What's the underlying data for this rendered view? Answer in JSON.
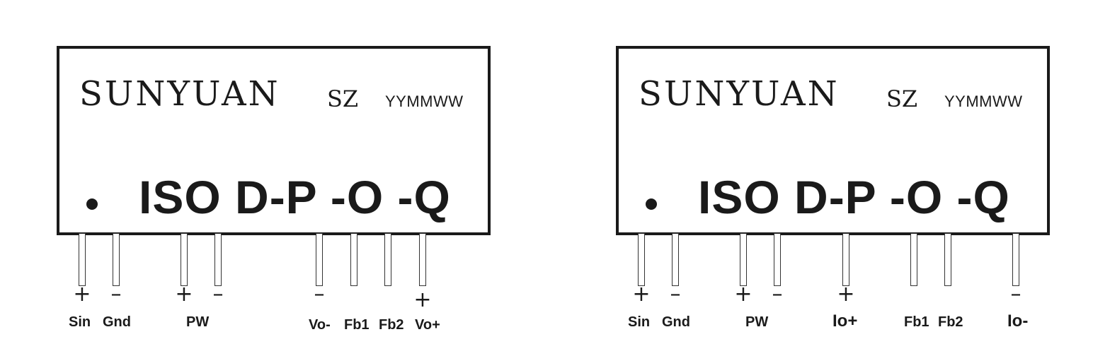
{
  "modules": [
    {
      "brand": "SUNYUAN",
      "brand_suffix": "SZ",
      "date_code": "YYMMWW",
      "model": "ISO D-P -O -Q",
      "pins": [
        {
          "sign": "+",
          "label": "Sin"
        },
        {
          "sign": "–",
          "label": "Gnd"
        },
        {
          "sign": "+",
          "label": ""
        },
        {
          "sign": "–",
          "label": ""
        },
        {
          "sign": "–",
          "label": "Vo-"
        },
        {
          "sign": "",
          "label": "Fb1"
        },
        {
          "sign": "",
          "label": "Fb2"
        },
        {
          "sign": "+",
          "label": "Vo+"
        }
      ],
      "pw_label": "PW"
    },
    {
      "brand": "SUNYUAN",
      "brand_suffix": "SZ",
      "date_code": "YYMMWW",
      "model": "ISO D-P -O -Q",
      "pins": [
        {
          "sign": "+",
          "label": "Sin"
        },
        {
          "sign": "–",
          "label": "Gnd"
        },
        {
          "sign": "+",
          "label": ""
        },
        {
          "sign": "–",
          "label": ""
        },
        {
          "sign": "+",
          "label": "Io+"
        },
        {
          "sign": "",
          "label": "Fb1"
        },
        {
          "sign": "",
          "label": "Fb2"
        },
        {
          "sign": "–",
          "label": "Io-"
        }
      ],
      "pw_label": "PW"
    }
  ]
}
